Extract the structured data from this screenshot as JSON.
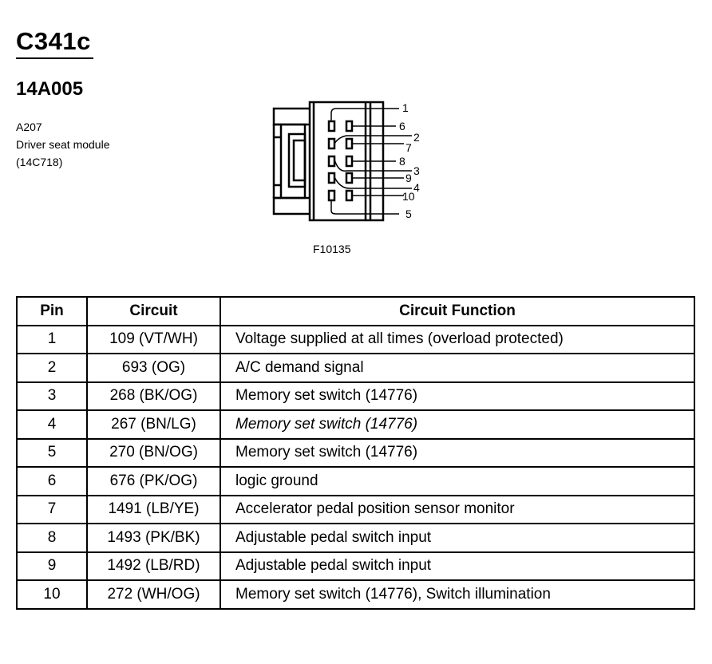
{
  "header": {
    "connector_id": "C341c",
    "part_number": "14A005",
    "description": [
      "A207",
      "Driver seat module",
      "(14C718)"
    ]
  },
  "figure": {
    "id": "F10135",
    "pin_labels": [
      "1",
      "6",
      "2",
      "7",
      "8",
      "3",
      "9",
      "4",
      "10",
      "5"
    ]
  },
  "table": {
    "headers": [
      "Pin",
      "Circuit",
      "Circuit Function"
    ],
    "rows": [
      {
        "pin": "1",
        "circuit": "109 (VT/WH)",
        "function": "Voltage supplied at all times (overload protected)"
      },
      {
        "pin": "2",
        "circuit": "693 (OG)",
        "function": "A/C demand signal"
      },
      {
        "pin": "3",
        "circuit": "268 (BK/OG)",
        "function": "Memory set switch (14776)"
      },
      {
        "pin": "4",
        "circuit": "267 (BN/LG)",
        "function": "Memory set switch (14776)"
      },
      {
        "pin": "5",
        "circuit": "270 (BN/OG)",
        "function": "Memory set switch (14776)"
      },
      {
        "pin": "6",
        "circuit": "676 (PK/OG)",
        "function": "logic ground"
      },
      {
        "pin": "7",
        "circuit": "1491 (LB/YE)",
        "function": "Accelerator pedal position sensor monitor"
      },
      {
        "pin": "8",
        "circuit": "1493 (PK/BK)",
        "function": "Adjustable pedal switch input"
      },
      {
        "pin": "9",
        "circuit": "1492 (LB/RD)",
        "function": "Adjustable pedal switch input"
      },
      {
        "pin": "10",
        "circuit": "272 (WH/OG)",
        "function": "Memory set switch (14776), Switch illumination"
      }
    ]
  }
}
